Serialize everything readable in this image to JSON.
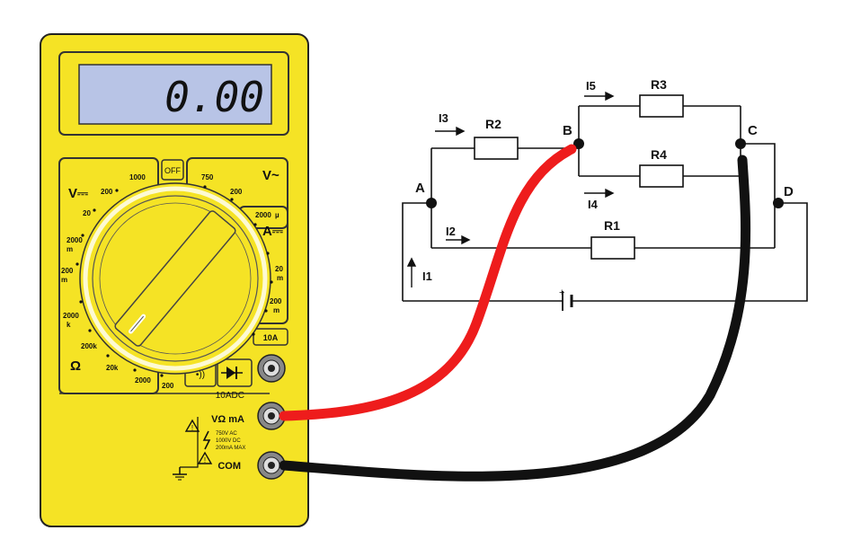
{
  "multimeter": {
    "display": "0.00",
    "body_color": "#f5e325",
    "lcd_color": "#b8c4e6",
    "dial_labels": {
      "off": "OFF",
      "dcv": "V⎓",
      "acv": "V~",
      "dca": "A⎓",
      "ohm": "Ω",
      "amps10": "10A"
    },
    "scale": {
      "dcv_1000": "1000",
      "dcv_200": "200",
      "dcv_20": "20",
      "dcv_2000m": "2000",
      "dcv_m1": "m",
      "dcv_200m": "200",
      "dcv_m2": "m",
      "acv_750": "750",
      "acv_200": "200",
      "dca_2000u": "2000",
      "dca_u": "µ",
      "dca_20m": "20",
      "dca_m1": "m",
      "dca_200m": "200",
      "dca_m2": "m",
      "ohm_2000k": "2000",
      "ohm_k": "k",
      "ohm_200k": "200k",
      "ohm_20k": "20k",
      "ohm_2000": "2000",
      "ohm_200": "200"
    },
    "ports": {
      "10adc": "10ADC",
      "vma": "VΩ mA",
      "com": "COM",
      "rating": [
        "750V AC",
        "1000V DC",
        "200mA MAX"
      ]
    }
  },
  "circuit": {
    "nodes": [
      "A",
      "B",
      "C",
      "D"
    ],
    "resistors": [
      "R1",
      "R2",
      "R3",
      "R4"
    ],
    "currents": [
      "I1",
      "I2",
      "I3",
      "I4",
      "I5"
    ],
    "battery_plus": "+"
  },
  "probes": {
    "red": "#ee1c1c",
    "black": "#111111"
  }
}
